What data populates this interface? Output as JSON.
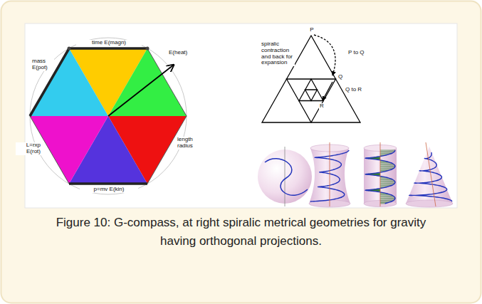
{
  "diagram": {
    "caption": "Figure 10: G-compass, at right spiralic metrical geometries for gravity having orthogonal projections.",
    "labels": [
      "time E(magn)",
      "mass E(pot)",
      "E(heat)",
      "L=rxp E(rot)",
      "length radius",
      "p=mv E(kin)",
      "P",
      "spiralic contraction and back for expansion",
      "P to Q",
      "Q",
      "Q to R",
      "R"
    ]
  }
}
